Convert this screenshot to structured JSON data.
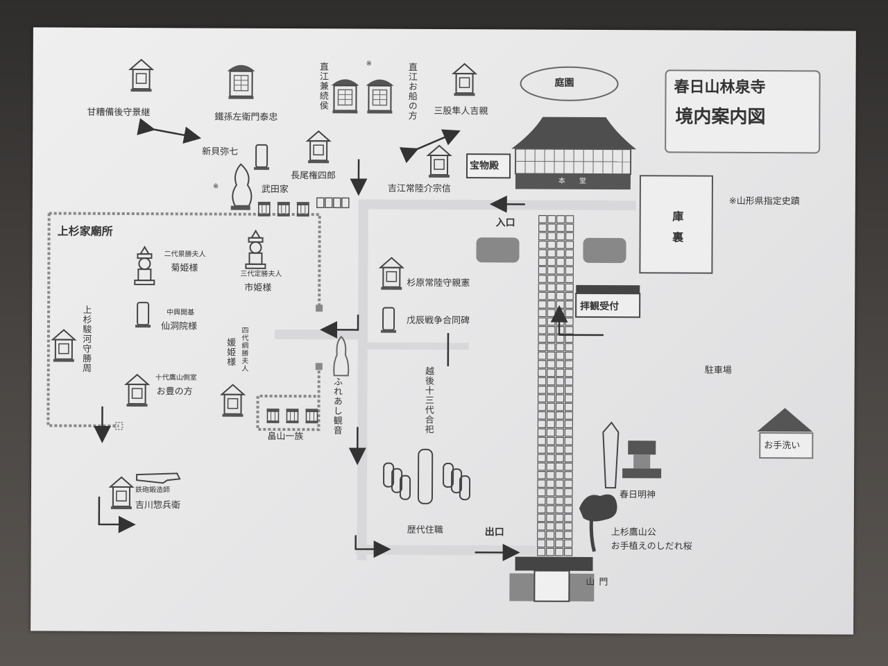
{
  "title_line1": "春日山林泉寺",
  "title_line2": "境内案内図",
  "designated_note": "※山形県指定史蹟",
  "mark": "※",
  "garden": "庭園",
  "treasure_hall": "宝物殿",
  "main_hall": "本堂",
  "kuri": "庫裏",
  "entrance": "入口",
  "exit": "出口",
  "reception": "拝観受付",
  "parking": "駐車場",
  "restroom": "お手洗い",
  "sanmon": "山門",
  "kasuga_shrine": "春日明神",
  "sakura": [
    "上杉鷹山公",
    "お手植えのしだれ桜"
  ],
  "uesugi_mausoleum": "上杉家廟所",
  "graves": {
    "amakasu": "甘糟備後守景継",
    "tetsuson": "鐵孫左衛門泰忠",
    "naoe_kanetsugu": "直江兼続侯",
    "naoe_osen": "直江お船の方",
    "mimata": "三股隼人吉親",
    "shinkai": "新貝弥七",
    "nagao": "長尾権四郎",
    "takeda": "武田家",
    "yoshie": "吉江常陸介宗信",
    "kikuhime_title": "二代景勝夫人",
    "kikuhime": "菊姫様",
    "ichihime_title": "三代定勝夫人",
    "ichihime": "市姫様",
    "sendoin_title": "中興開基",
    "sendoin": "仙洞院様",
    "suruga": "上杉駿河守勝周",
    "otoyo_title": "十代鷹山側室",
    "otoyo": "お豊の方",
    "aihime_title": "四代綱勝夫人",
    "aihime": "媛姫様",
    "hatakeyama": "畠山一族",
    "fureai": "ふれあし観音",
    "sugihara": "杉原常陸守親憲",
    "boshin": "戊辰戦争合同碑",
    "echigo": "越後十三代合祀",
    "rekidai": "歴代住職",
    "teppo_title": "鉄砲鍛造師",
    "teppo": "吉川惣兵衛"
  }
}
